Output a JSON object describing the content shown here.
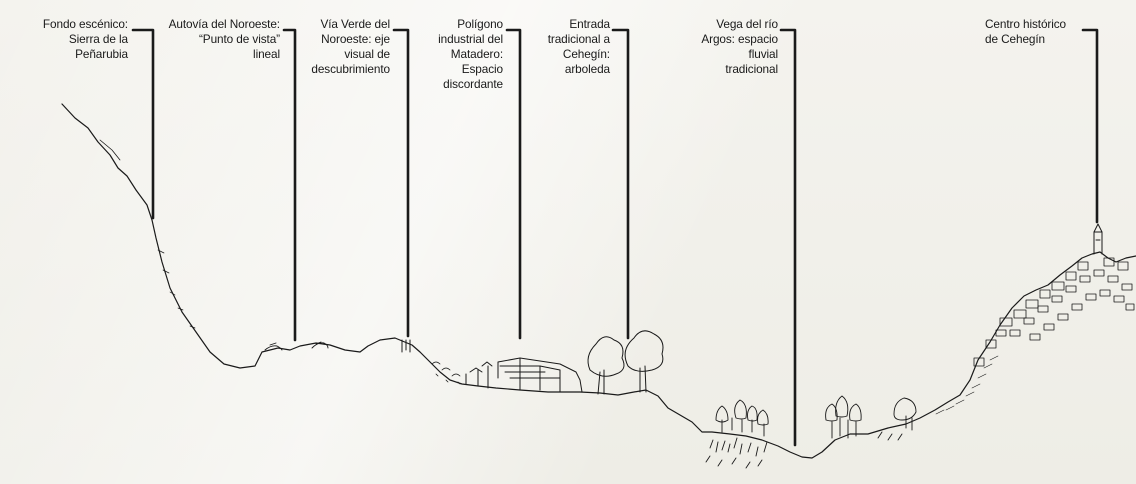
{
  "colors": {
    "background": "#f1f0ea",
    "ink": "#1a1a1a"
  },
  "callouts": [
    {
      "id": "fondo",
      "lines": [
        "Fondo escénico:",
        "Sierra de la",
        "Peñarubia"
      ]
    },
    {
      "id": "autovia",
      "lines": [
        "Autovía del Noroeste:",
        "“Punto de vista”",
        "lineal"
      ]
    },
    {
      "id": "via-verde",
      "lines": [
        "Vía Verde del",
        "Noroeste: eje",
        "visual de",
        "descubrimiento"
      ]
    },
    {
      "id": "poligono",
      "lines": [
        "Polígono",
        "industrial del",
        "Matadero:",
        "Espacio",
        "discordante"
      ]
    },
    {
      "id": "entrada",
      "lines": [
        "Entrada",
        "tradicional a",
        "Cehegín:",
        "arboleda"
      ]
    },
    {
      "id": "vega",
      "lines": [
        "Vega del río",
        "Argos: espacio",
        "fluvial",
        "tradicional"
      ]
    },
    {
      "id": "centro",
      "lines": [
        "Centro histórico",
        "de Cehegín"
      ]
    }
  ]
}
